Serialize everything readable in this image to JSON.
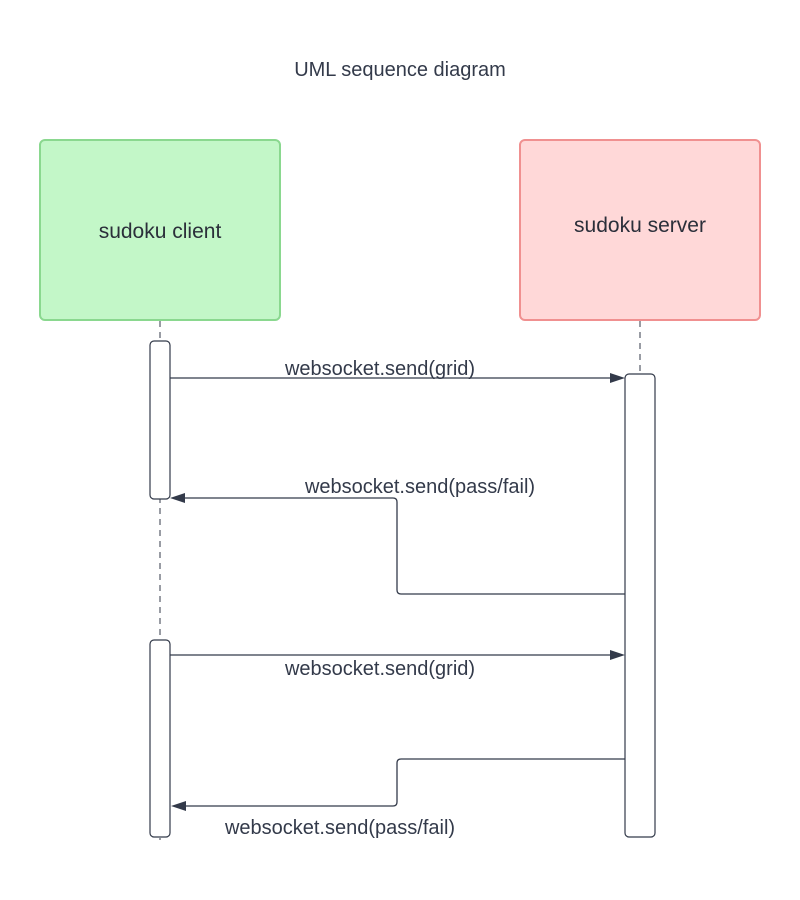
{
  "title": "UML sequence diagram",
  "participants": [
    {
      "id": "client",
      "label": "sudoku client",
      "fill": "#c3f7c8",
      "stroke": "#8ad88f"
    },
    {
      "id": "server",
      "label": "sudoku server",
      "fill": "#ffd8d8",
      "stroke": "#f09090"
    }
  ],
  "messages": [
    {
      "from": "client",
      "to": "server",
      "label": "websocket.send(grid)"
    },
    {
      "from": "server",
      "to": "client",
      "label": "websocket.send(pass/fail)"
    },
    {
      "from": "client",
      "to": "server",
      "label": "websocket.send(grid)"
    },
    {
      "from": "server",
      "to": "client",
      "label": "websocket.send(pass/fail)"
    }
  ]
}
